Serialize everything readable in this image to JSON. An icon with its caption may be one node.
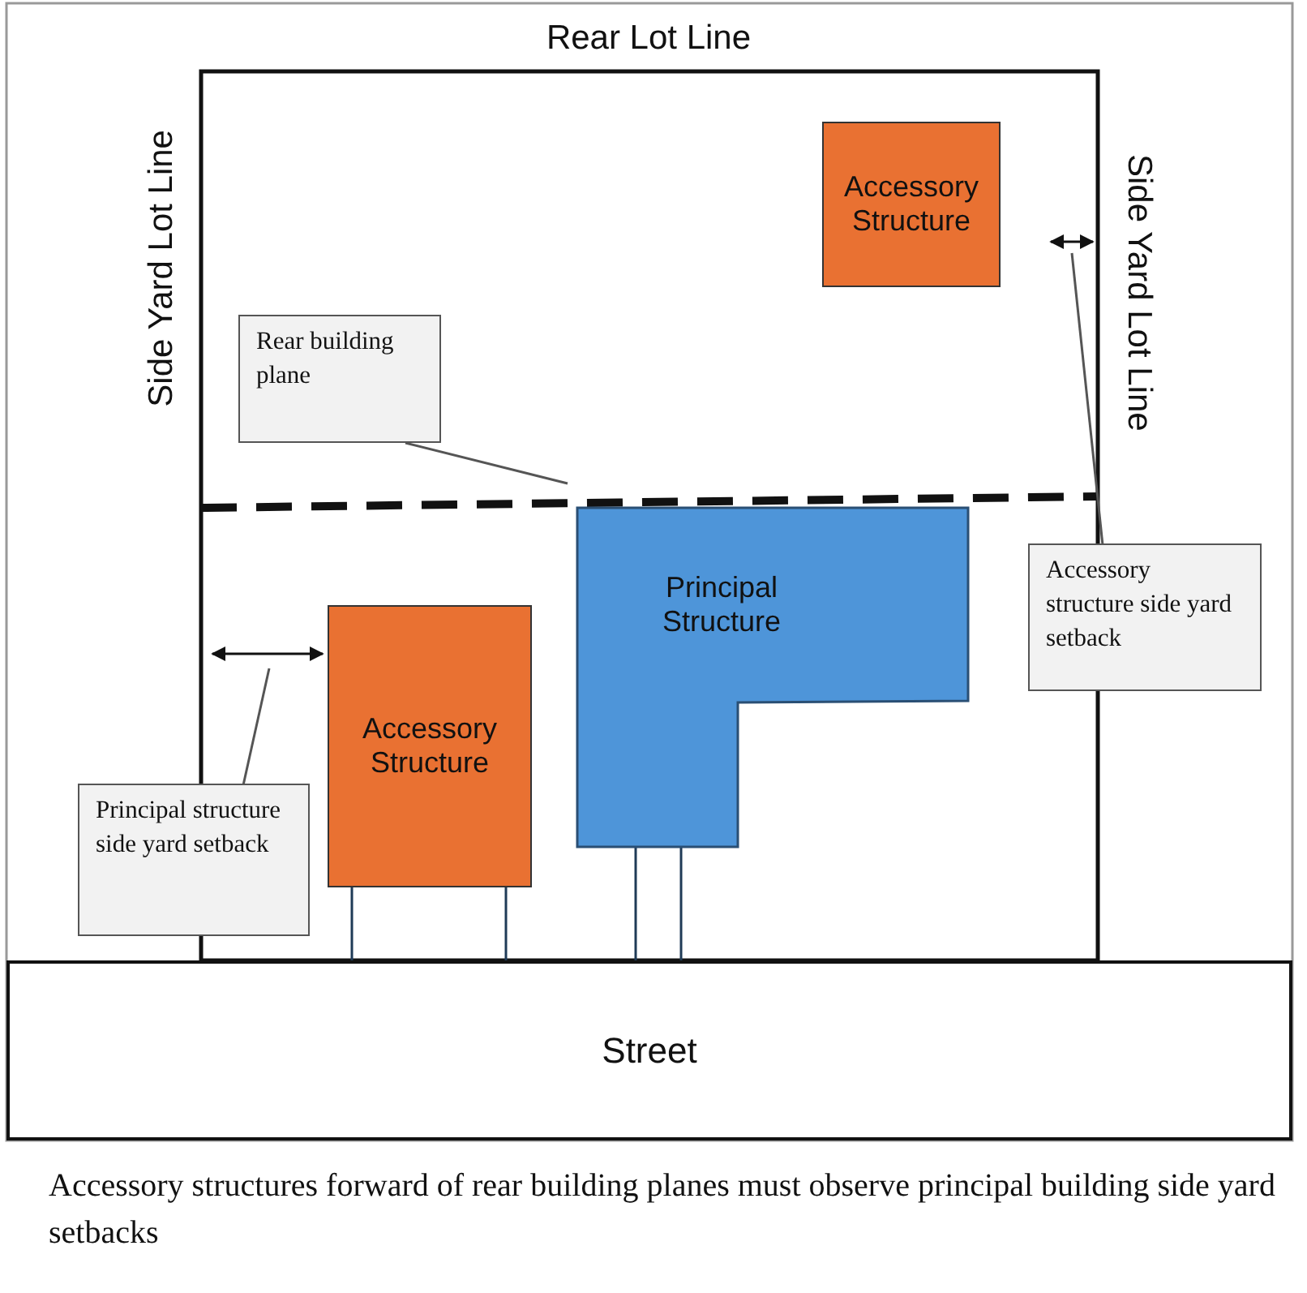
{
  "diagram": {
    "caption": "Accessory structures forward of rear building planes must observe principal building side yard setbacks",
    "nodes": [
      {
        "text": [
          "Accessory Structure"
        ]
      },
      {
        "text": [
          "Rear building plane"
        ]
      },
      {
        "text": [
          "Principal Structure"
        ]
      },
      {
        "text": [
          "Accessory Structure"
        ]
      },
      {
        "text": [
          "Principal structure side yard setback"
        ]
      },
      {
        "text": [
          "Accessory structure side yard setback"
        ]
      },
      {
        "text": [
          "Street"
        ]
      }
    ],
    "edges": [
      {
        "from": 1,
        "to": null,
        "arrow": "none"
      },
      {
        "from": 4,
        "to": null,
        "arrow": "none"
      },
      {
        "from": 5,
        "to": null,
        "arrow": "none"
      }
    ],
    "labels": [
      "Rear Lot Line",
      "Side Yard Lot Line",
      "Side Yard Lot Line"
    ]
  }
}
